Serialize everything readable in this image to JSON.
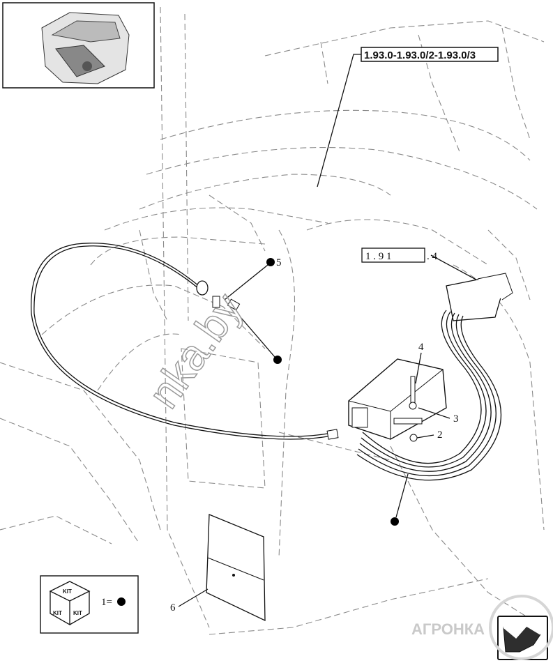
{
  "thumbnail": {
    "icon": "cab-overview-thumbnail"
  },
  "references": {
    "main_ref": "1.93.0-1.93.0/2-1.93.0/3",
    "sub_ref_boxed": "1 . 9 1",
    "sub_ref_suffix": ". 4"
  },
  "callouts": {
    "c5": "5",
    "c4": "4",
    "c3": "3",
    "c2": "2",
    "c6": "6"
  },
  "kit_legend": {
    "kit_top": "KIT",
    "kit_left": "KIT",
    "kit_right": "KIT",
    "equation": "1="
  },
  "watermarks": {
    "diagonal": "nka.by",
    "brand": "АГРОНКА"
  },
  "colors": {
    "line": "#111111",
    "ghost": "#8a8a8a",
    "dot": "#000000"
  }
}
